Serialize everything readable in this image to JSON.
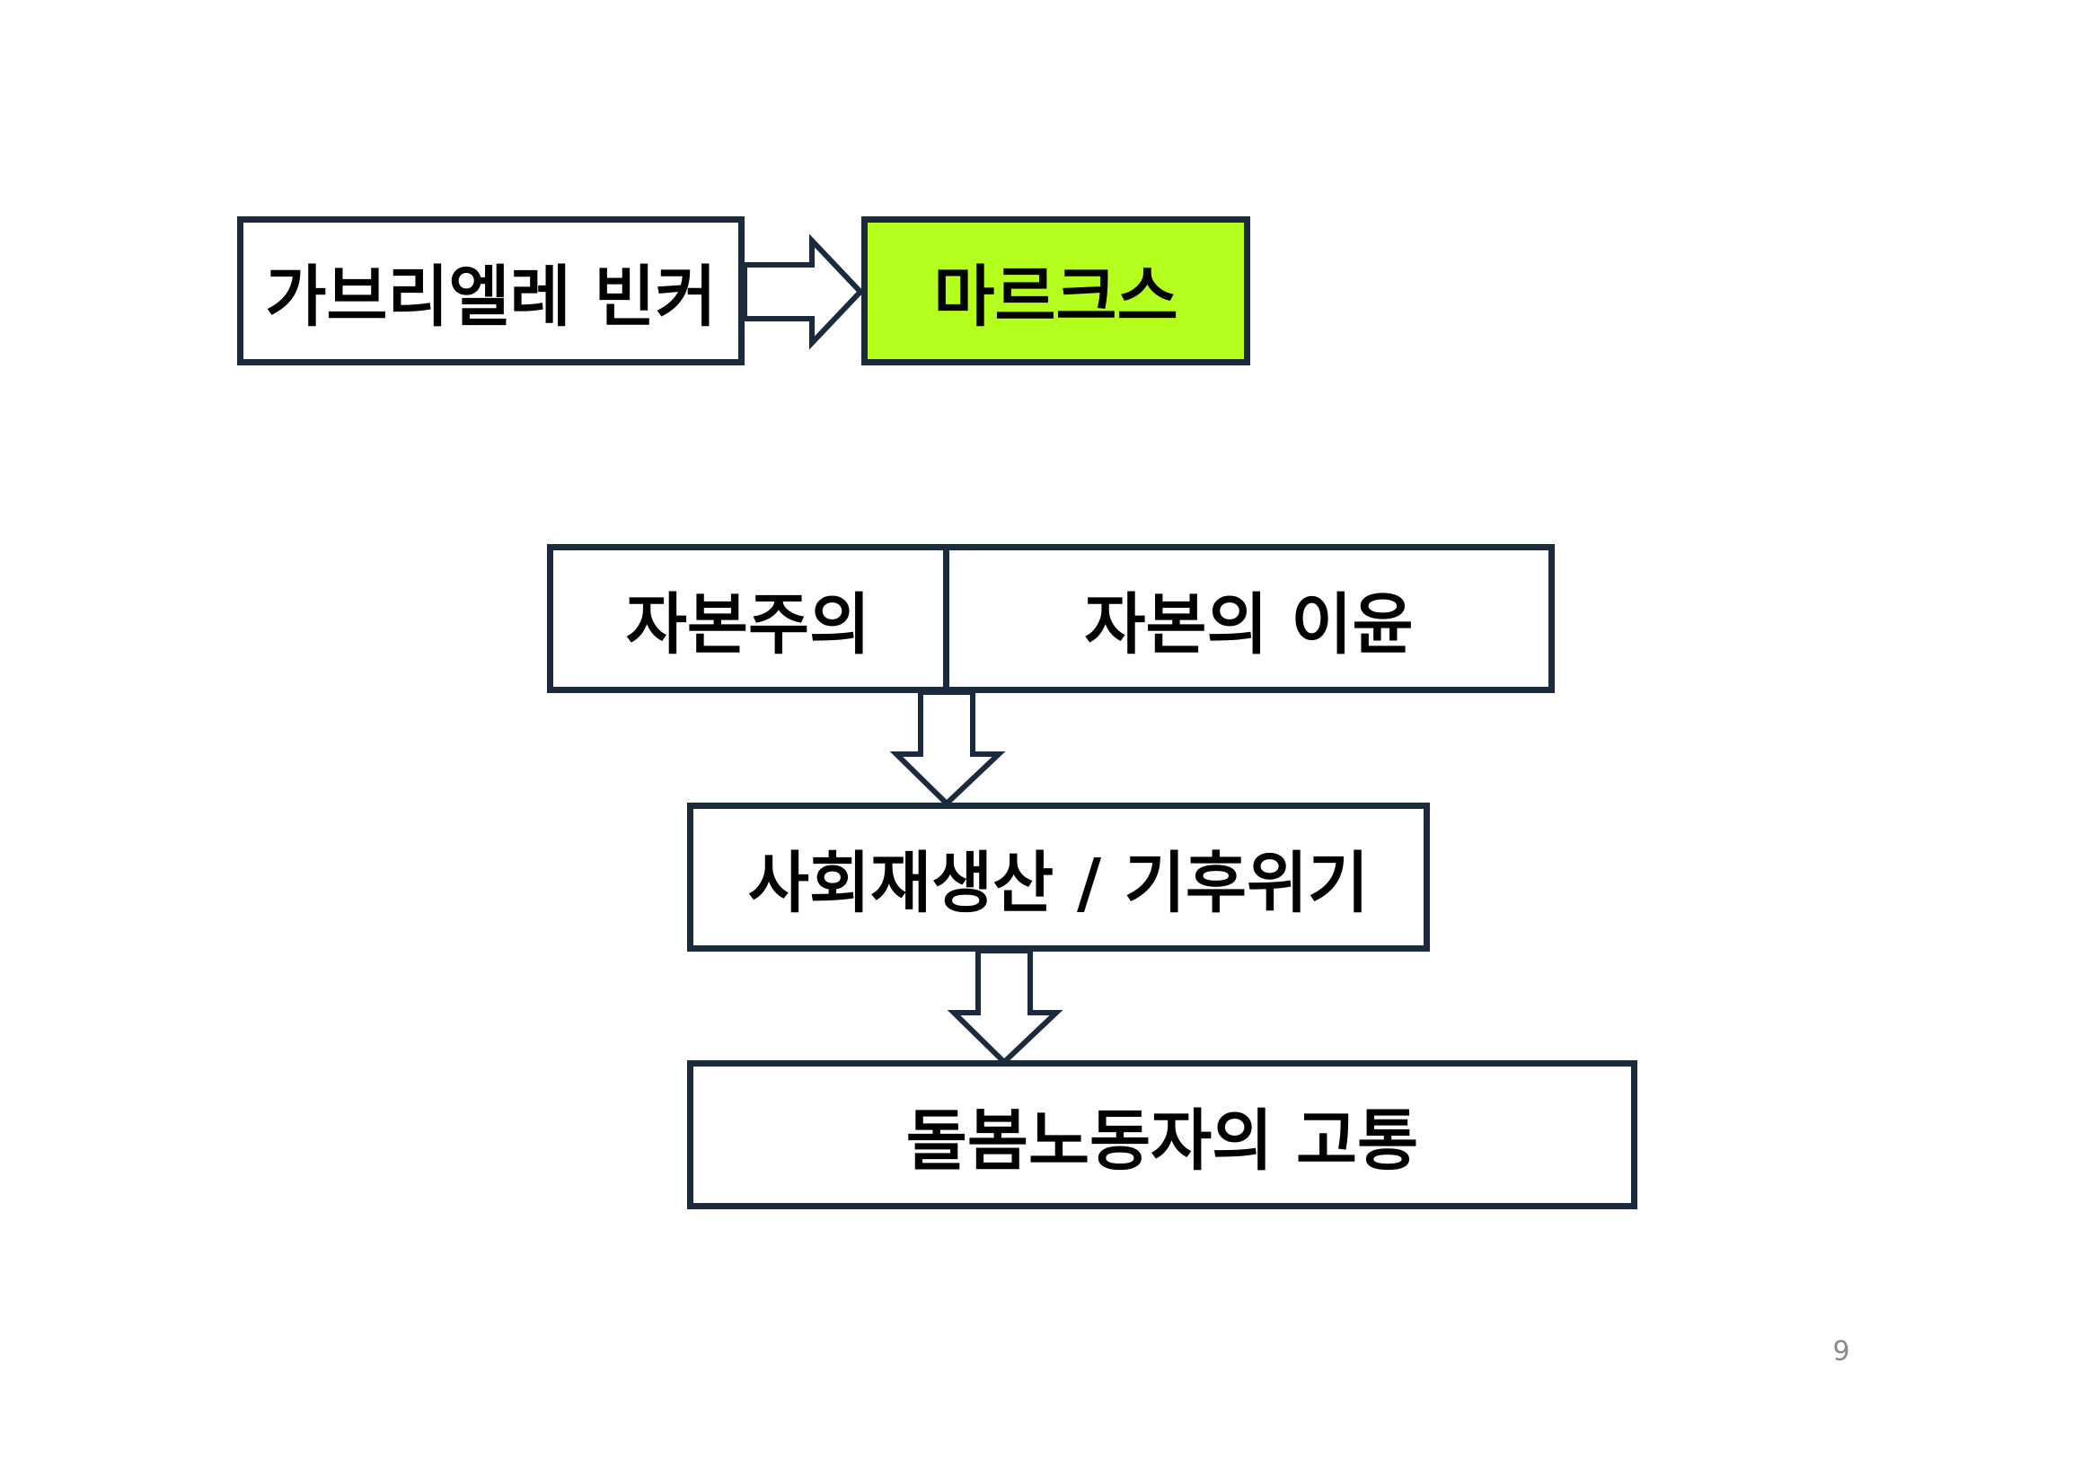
{
  "nodes": {
    "source": {
      "label": "가브리엘레 빈커"
    },
    "target": {
      "label": "마르크스"
    },
    "capitalism": {
      "left_label": "자본주의",
      "right_label": "자본의 이윤"
    },
    "crisis": {
      "label": "사회재생산 / 기후위기"
    },
    "suffering": {
      "label": "돌봄노동자의 고통"
    }
  },
  "colors": {
    "border": "#1c2a3d",
    "highlight": "#b5ff1f",
    "page_number": "#8a8a8a"
  },
  "page_number": "9"
}
